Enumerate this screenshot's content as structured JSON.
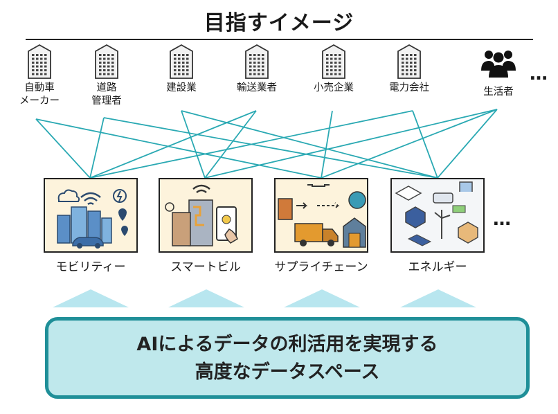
{
  "title": "目指すイメージ",
  "stakeholders": [
    {
      "label": "自動車\nメーカー",
      "icon": "building-icon"
    },
    {
      "label": "道路\n管理者",
      "icon": "building-icon"
    },
    {
      "label": "建設業",
      "icon": "building-icon"
    },
    {
      "label": "輸送業者",
      "icon": "building-icon"
    },
    {
      "label": "小売企業",
      "icon": "building-icon"
    },
    {
      "label": "電力会社",
      "icon": "building-icon"
    },
    {
      "label": "生活者",
      "icon": "people-icon"
    }
  ],
  "stakeholders_more": "…",
  "domains": [
    {
      "label": "モビリティー",
      "illustration": "smart-city-mobility-illustration"
    },
    {
      "label": "スマートビル",
      "illustration": "smart-building-illustration"
    },
    {
      "label": "サプライチェーン",
      "illustration": "supply-chain-illustration"
    },
    {
      "label": "エネルギー",
      "illustration": "energy-illustration"
    }
  ],
  "domains_more": "…",
  "data_space": {
    "line1": "AIによるデータの利活用を実現する",
    "line2": "高度なデータスペース"
  },
  "colors": {
    "link_line": "#2aa9b3",
    "box_border": "#1f8f98",
    "box_fill": "#bfe8ec",
    "triangle": "#b8e6ef",
    "illustration_bg": "#fdf3dc"
  }
}
